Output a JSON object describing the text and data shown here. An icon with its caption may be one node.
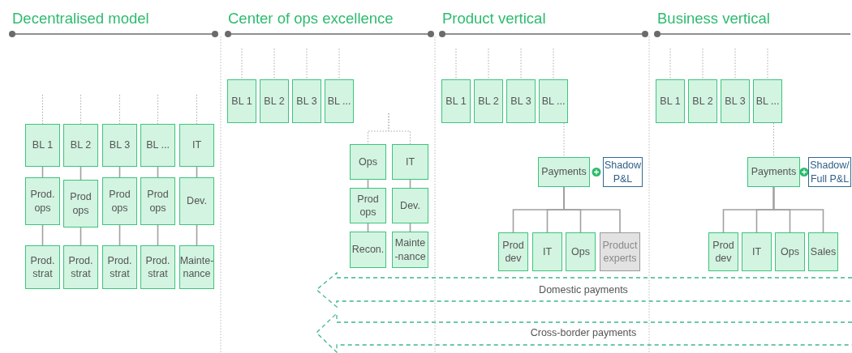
{
  "diagram": {
    "nodes": [
      {
        "text": [
          "BL 1"
        ]
      },
      {
        "text": [
          "BL 2"
        ]
      },
      {
        "text": [
          "BL 3"
        ]
      },
      {
        "text": [
          "BL ..."
        ]
      },
      {
        "text": [
          "IT"
        ]
      },
      {
        "text": [
          "Prod. ops"
        ]
      },
      {
        "text": [
          "Prod ops"
        ]
      },
      {
        "text": [
          "Prod ops"
        ]
      },
      {
        "text": [
          "Prod ops"
        ]
      },
      {
        "text": [
          "Dev."
        ]
      },
      {
        "text": [
          "Prod. strat"
        ]
      },
      {
        "text": [
          "Prod. strat"
        ]
      },
      {
        "text": [
          "Prod. strat"
        ]
      },
      {
        "text": [
          "Prod. strat"
        ]
      },
      {
        "text": [
          "Mainte-nance"
        ]
      },
      {
        "text": [
          "BL 1"
        ]
      },
      {
        "text": [
          "BL 2"
        ]
      },
      {
        "text": [
          "BL 3"
        ]
      },
      {
        "text": [
          "BL ..."
        ]
      },
      {
        "text": [
          "Ops"
        ]
      },
      {
        "text": [
          "IT"
        ]
      },
      {
        "text": [
          "Prod ops"
        ]
      },
      {
        "text": [
          "Dev."
        ]
      },
      {
        "text": [
          "Recon."
        ]
      },
      {
        "text": [
          "Mainte -nance"
        ]
      },
      {
        "text": [
          "BL 1"
        ]
      },
      {
        "text": [
          "BL 2"
        ]
      },
      {
        "text": [
          "BL 3"
        ]
      },
      {
        "text": [
          "BL ..."
        ]
      },
      {
        "text": [
          "Payments"
        ]
      },
      {
        "text": [
          "Shadow P&L"
        ]
      },
      {
        "text": [
          "Prod dev"
        ]
      },
      {
        "text": [
          "IT"
        ]
      },
      {
        "text": [
          "Ops"
        ]
      },
      {
        "text": [
          "Product experts"
        ]
      },
      {
        "text": [
          "BL 1"
        ]
      },
      {
        "text": [
          "BL 2"
        ]
      },
      {
        "text": [
          "BL 3"
        ]
      },
      {
        "text": [
          "BL ..."
        ]
      },
      {
        "text": [
          "Payments"
        ]
      },
      {
        "text": [
          "Shadow/ Full P&L"
        ]
      },
      {
        "text": [
          "Prod dev"
        ]
      },
      {
        "text": [
          "IT"
        ]
      },
      {
        "text": [
          "Ops"
        ]
      },
      {
        "text": [
          "Sales"
        ]
      },
      {
        "text": [
          "Domestic payments"
        ]
      },
      {
        "text": [
          "Cross-border payments"
        ]
      }
    ],
    "edges": [
      {
        "from": null,
        "to": 0,
        "arrow": "none",
        "style": "dashed"
      },
      {
        "from": null,
        "to": 1,
        "arrow": "none",
        "style": "dashed"
      },
      {
        "from": null,
        "to": 2,
        "arrow": "none",
        "style": "dashed"
      },
      {
        "from": null,
        "to": 3,
        "arrow": "none",
        "style": "dashed"
      },
      {
        "from": null,
        "to": 4,
        "arrow": "none",
        "style": "dashed"
      },
      {
        "from": null,
        "to": 15,
        "arrow": "none",
        "style": "dashed"
      },
      {
        "from": null,
        "to": 16,
        "arrow": "none",
        "style": "dashed"
      },
      {
        "from": null,
        "to": 17,
        "arrow": "none",
        "style": "dashed"
      },
      {
        "from": null,
        "to": 18,
        "arrow": "none",
        "style": "dashed"
      },
      {
        "from": null,
        "to": 25,
        "arrow": "none",
        "style": "dashed"
      },
      {
        "from": null,
        "to": 26,
        "arrow": "none",
        "style": "dashed"
      },
      {
        "from": null,
        "to": 27,
        "arrow": "none",
        "style": "dashed"
      },
      {
        "from": null,
        "to": 28,
        "arrow": "none",
        "style": "dashed"
      },
      {
        "from": null,
        "to": 35,
        "arrow": "none",
        "style": "dashed"
      },
      {
        "from": null,
        "to": 36,
        "arrow": "none",
        "style": "dashed"
      },
      {
        "from": null,
        "to": 37,
        "arrow": "none",
        "style": "dashed"
      },
      {
        "from": null,
        "to": 38,
        "arrow": "none",
        "style": "dashed"
      },
      {
        "from": 0,
        "to": 5,
        "arrow": "none"
      },
      {
        "from": 5,
        "to": 10,
        "arrow": "none"
      },
      {
        "from": 1,
        "to": 6,
        "arrow": "none"
      },
      {
        "from": 6,
        "to": 11,
        "arrow": "none"
      },
      {
        "from": 2,
        "to": 7,
        "arrow": "none"
      },
      {
        "from": 7,
        "to": 12,
        "arrow": "none"
      },
      {
        "from": 3,
        "to": 8,
        "arrow": "none"
      },
      {
        "from": 8,
        "to": 13,
        "arrow": "none"
      },
      {
        "from": 4,
        "to": 9,
        "arrow": "none"
      },
      {
        "from": 9,
        "to": 14,
        "arrow": "none"
      },
      {
        "from": null,
        "to": 19,
        "arrow": "none",
        "style": "dashed"
      },
      {
        "from": null,
        "to": 20,
        "arrow": "none",
        "style": "dashed"
      },
      {
        "from": 19,
        "to": 21,
        "arrow": "none"
      },
      {
        "from": 21,
        "to": 23,
        "arrow": "none"
      },
      {
        "from": 20,
        "to": 22,
        "arrow": "none"
      },
      {
        "from": 22,
        "to": 24,
        "arrow": "none"
      },
      {
        "from": 28,
        "to": 29,
        "arrow": "none",
        "style": "dashed"
      },
      {
        "from": 29,
        "to": 31,
        "arrow": "none"
      },
      {
        "from": 29,
        "to": 32,
        "arrow": "none"
      },
      {
        "from": 29,
        "to": 33,
        "arrow": "none"
      },
      {
        "from": 29,
        "to": 34,
        "arrow": "none"
      },
      {
        "from": 38,
        "to": 39,
        "arrow": "none",
        "style": "dashed"
      },
      {
        "from": 39,
        "to": 41,
        "arrow": "none"
      },
      {
        "from": 39,
        "to": 42,
        "arrow": "none"
      },
      {
        "from": 39,
        "to": 43,
        "arrow": "none"
      },
      {
        "from": 39,
        "to": 44,
        "arrow": "none"
      }
    ],
    "labels": [
      "Decentralised model",
      "Center of ops excellence",
      "Product vertical",
      "Business vertical"
    ]
  }
}
